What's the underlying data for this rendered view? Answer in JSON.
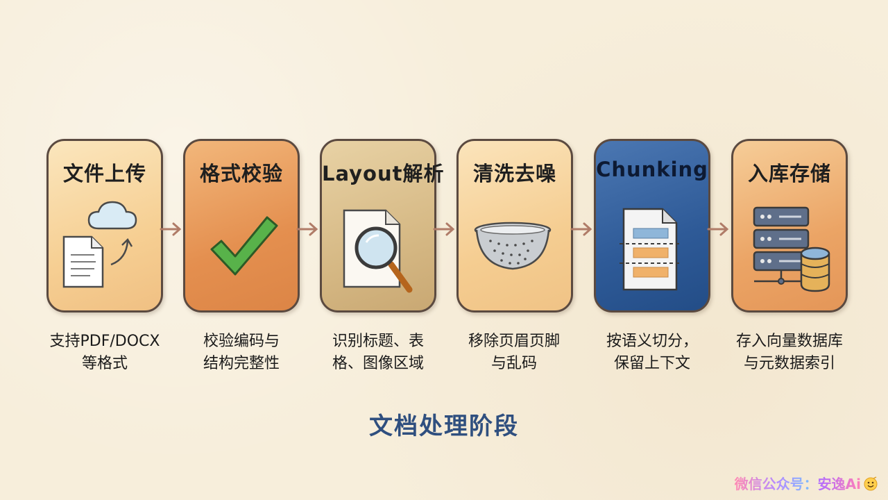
{
  "steps": [
    {
      "title": "文件上传",
      "icon": "document-cloud-upload-icon",
      "caption_lines": [
        "支持PDF/DOCX",
        "等格式"
      ]
    },
    {
      "title": "格式校验",
      "icon": "checkmark-icon",
      "caption_lines": [
        "校验编码与",
        "结构完整性"
      ]
    },
    {
      "title": "Layout解析",
      "icon": "document-magnifier-icon",
      "caption_lines": [
        "识别标题、表",
        "格、图像区域"
      ]
    },
    {
      "title": "清洗去噪",
      "icon": "colander-icon",
      "caption_lines": [
        "移除页眉页脚",
        "与乱码"
      ]
    },
    {
      "title": "Chunking",
      "icon": "document-chunks-icon",
      "caption_lines": [
        "按语义切分，",
        "保留上下文"
      ]
    },
    {
      "title": "入库存储",
      "icon": "server-database-icon",
      "caption_lines": [
        "存入向量数据库",
        "与元数据索引"
      ]
    }
  ],
  "footer_title": "文档处理阶段",
  "watermark": {
    "label": "微信公众号：",
    "name": "安逸Ai",
    "icon": "emoji-icon"
  },
  "colors": {
    "background": "#f7eedb",
    "card_border": "#5b4a40",
    "arrow": "#b07c68",
    "footer_title": "#2f4f7f",
    "card_fills": [
      "#f6cf93",
      "#e48f4f",
      "#d6b985",
      "#f5cd91",
      "#2e5a97",
      "#eba465"
    ]
  }
}
